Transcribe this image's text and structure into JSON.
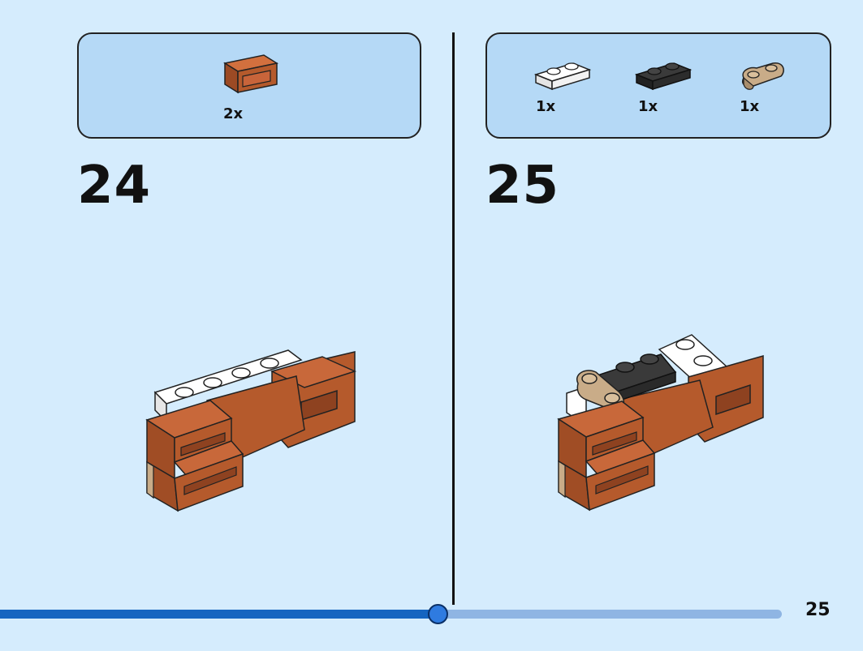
{
  "steps": [
    {
      "number": "24",
      "parts": [
        {
          "icon": "brown-bracket-piece-icon",
          "qty": "2x"
        }
      ]
    },
    {
      "number": "25",
      "parts": [
        {
          "icon": "white-plate-1x2-icon",
          "qty": "1x"
        },
        {
          "icon": "black-plate-1x2-icon",
          "qty": "1x"
        },
        {
          "icon": "tan-rounded-plate-1x2-icon",
          "qty": "1x"
        }
      ]
    }
  ],
  "progress": {
    "fraction": 0.56
  },
  "page_number": "25",
  "colors": {
    "background": "#d5ecfd",
    "parts_box": "#b5d9f6",
    "brick_brown": "#b55a2c",
    "brick_tan": "#c9ac88",
    "progress_fill": "#1565c0",
    "progress_track": "#8fb5e3"
  }
}
